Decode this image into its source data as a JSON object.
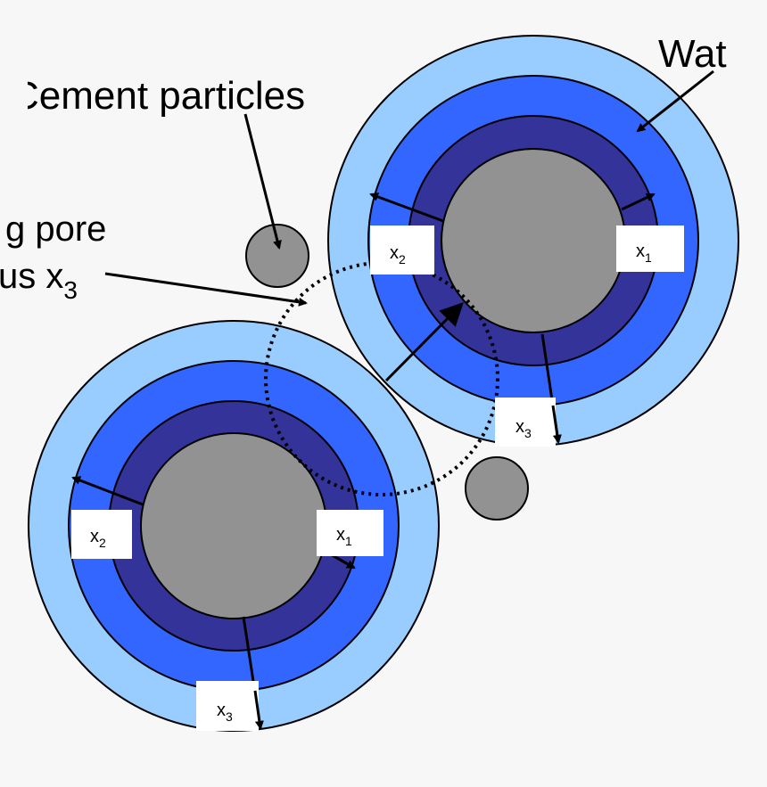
{
  "labels": {
    "cement": "Cement particles",
    "water": "Wat",
    "pore_line1": "g pore",
    "pore_line2_prefix": "us x",
    "pore_line2_sub": "3"
  },
  "boxes": {
    "top_x1": {
      "main": "x",
      "sub": "1"
    },
    "top_x2": {
      "main": "x",
      "sub": "2"
    },
    "top_x3": {
      "main": "x",
      "sub": "3"
    },
    "bottom_x1": {
      "main": "x",
      "sub": "1"
    },
    "bottom_x2": {
      "main": "x",
      "sub": "2"
    },
    "bottom_x3": {
      "main": "x",
      "sub": "3"
    }
  },
  "colors": {
    "water_layer": "#99ccff",
    "outer_product": "#3366ff",
    "inner_product": "#333399",
    "cement_core": "#929292",
    "background": "#f7f7f7"
  }
}
